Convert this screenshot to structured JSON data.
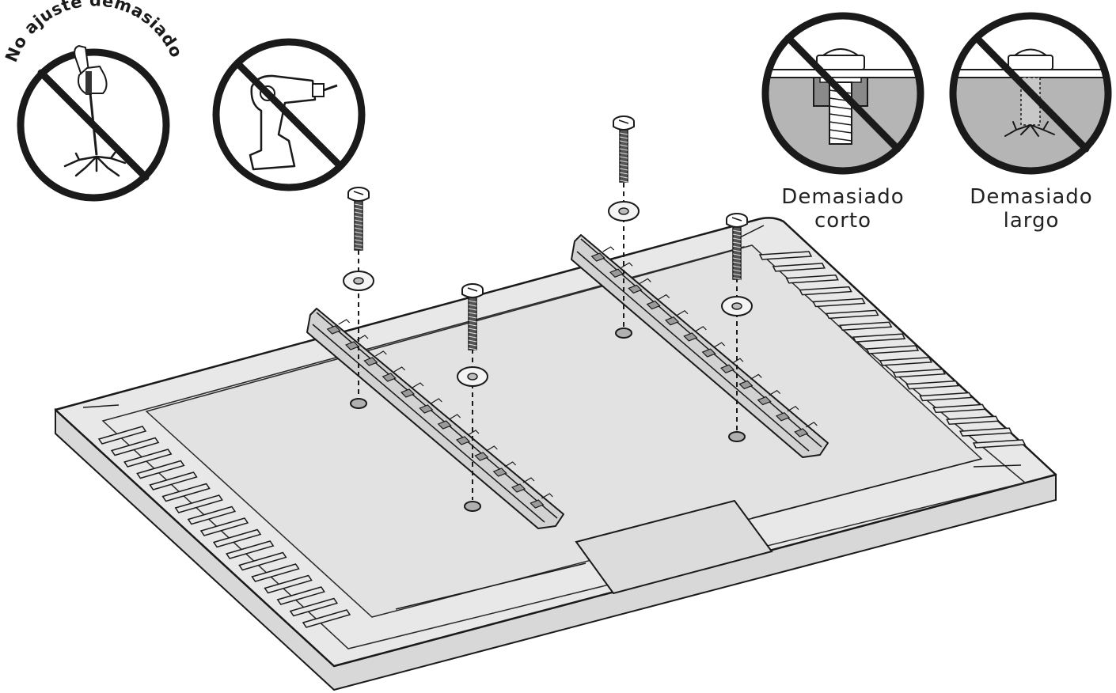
{
  "warnings": {
    "no_overtighten": "No ajuste demasiado",
    "too_short": [
      "Demasiado",
      "corto"
    ],
    "too_long": [
      "Demasiado",
      "largo"
    ]
  },
  "icons": [
    "overtighten-prohibited-icon",
    "power-drill-prohibited-icon",
    "screw-too-short-icon",
    "screw-too-long-icon"
  ],
  "colors": {
    "line": "#1a1a1a",
    "tv_back": "#e6e6e6",
    "tv_edge": "#d6d6d6",
    "inset_gray": "#b8b8b8",
    "bracket": "#cfcfcf"
  }
}
